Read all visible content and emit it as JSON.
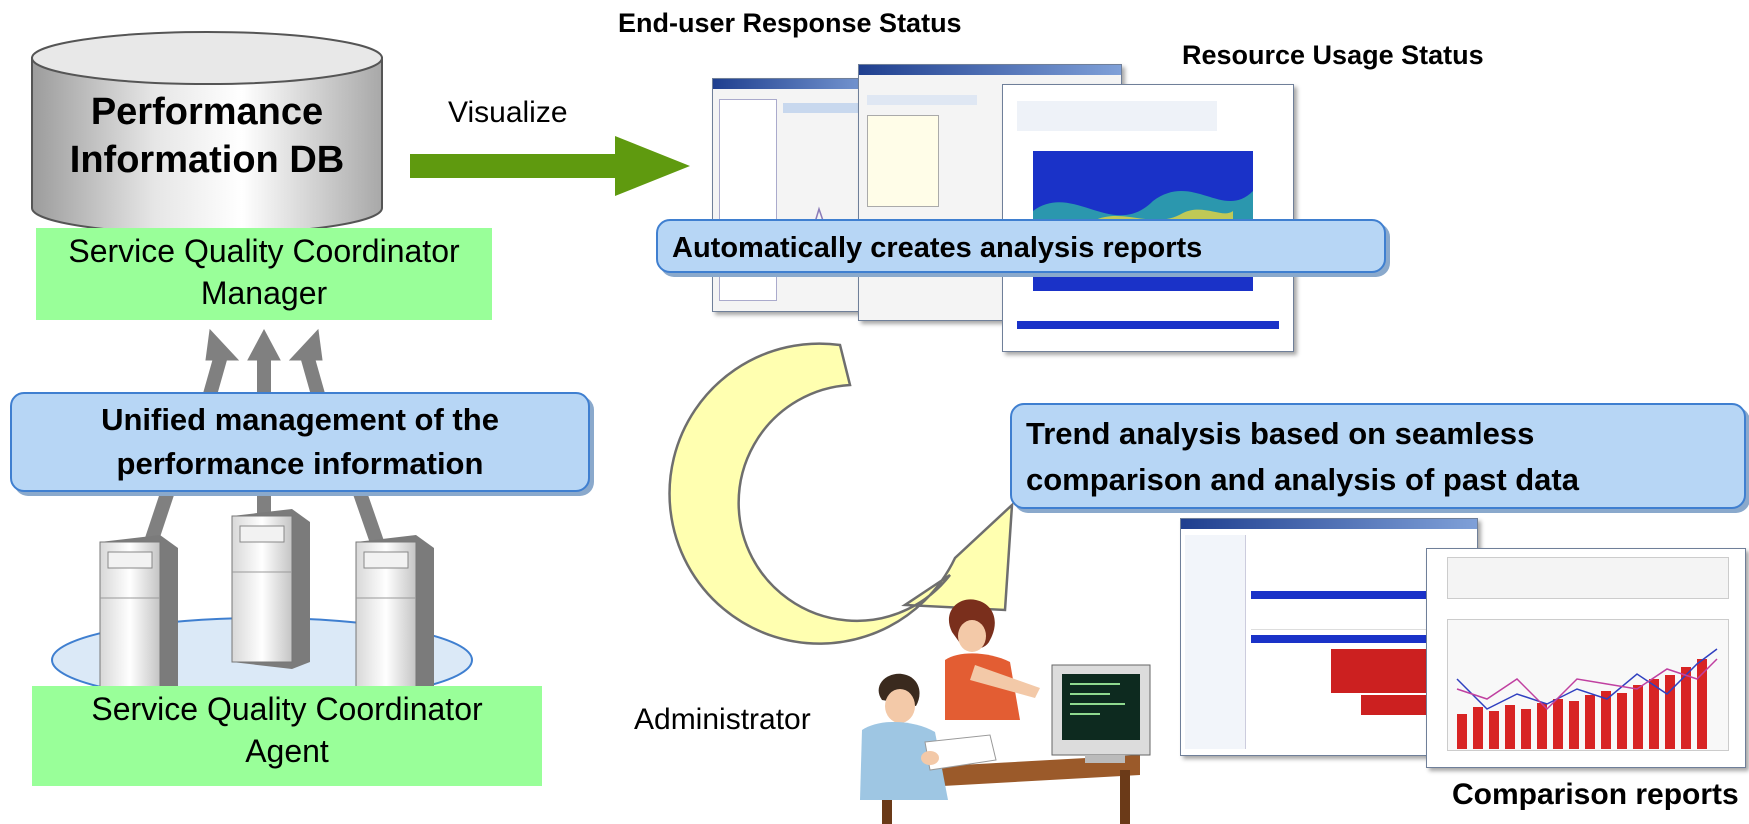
{
  "db": {
    "line1": "Performance",
    "line2": "Information DB"
  },
  "manager": {
    "line1": "Service Quality Coordinator",
    "line2": "Manager"
  },
  "agent": {
    "line1": "Service Quality Coordinator",
    "line2": "Agent"
  },
  "visualize_label": "Visualize",
  "unified": {
    "line1": "Unified management of the",
    "line2": "performance information"
  },
  "auto_reports": "Automatically creates analysis reports",
  "trend": {
    "line1": "Trend analysis based on seamless",
    "line2": "comparison and analysis of past data"
  },
  "administrator_label": "Administrator",
  "titles": {
    "end_user": "End-user Response Status",
    "resource": "Resource Usage Status",
    "comparison": "Comparison reports"
  },
  "colors": {
    "green_box": "#99ff99",
    "callout_fill": "#b7d6f5",
    "callout_border": "#3f7fd0",
    "visualize_arrow": "#5f9a0f",
    "cycle_arrow": "#ffffb0"
  }
}
